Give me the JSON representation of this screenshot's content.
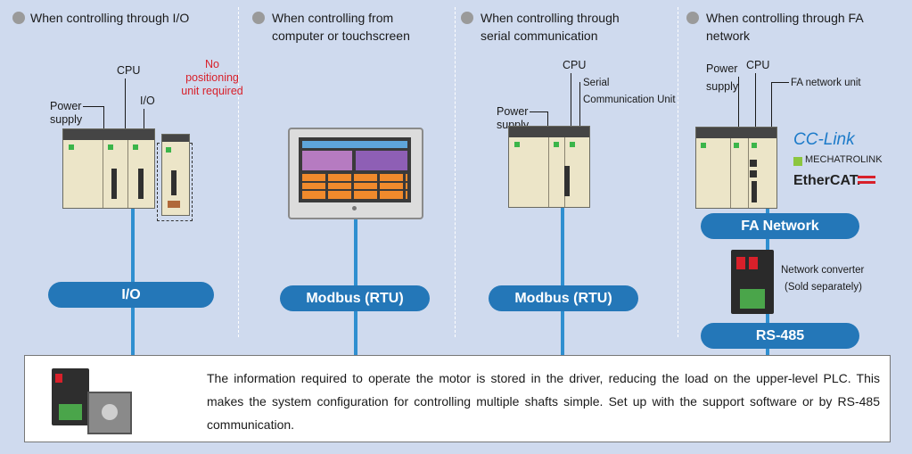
{
  "columns": [
    {
      "title": "When controlling through I/O"
    },
    {
      "title_line1": "When controlling from",
      "title_line2": "computer or touchscreen"
    },
    {
      "title_line1": "When controlling through",
      "title_line2": "serial communication"
    },
    {
      "title_line1": "When controlling through FA",
      "title_line2": "network"
    }
  ],
  "io_column": {
    "cpu": "CPU",
    "power_line1": "Power",
    "power_line2": "supply",
    "io": "I/O",
    "note_line1": "No",
    "note_line2": "positioning",
    "note_line3": "unit required",
    "bus": "I/O"
  },
  "computer_column": {
    "bus": "Modbus (RTU)"
  },
  "serial_column": {
    "cpu": "CPU",
    "power_line1": "Power",
    "power_line2": "supply",
    "serial_line1": "Serial",
    "serial_line2": "Communication Unit",
    "bus": "Modbus (RTU)"
  },
  "fa_column": {
    "cpu": "CPU",
    "power_line1": "Power",
    "power_line2": "supply",
    "fa_unit": "FA network unit",
    "logo_cclink": "CC-Link",
    "logo_mechatrolink": "MECHATROLINK",
    "logo_ethercat": "EtherCAT.",
    "bus": "FA Network",
    "converter_line1": "Network converter",
    "converter_line2": "(Sold separately)",
    "rs485": "RS-485"
  },
  "info": {
    "text": "The information required to operate the motor is stored in the driver, reducing the load on the upper-level PLC. This makes the system configuration for controlling multiple shafts simple. Set up with the support software or by RS-485 communication."
  },
  "colors": {
    "background": "#cfdaee",
    "bus_pill": "#2477b8",
    "bus_line": "#2f8fd0",
    "note_red": "#d8202a"
  }
}
